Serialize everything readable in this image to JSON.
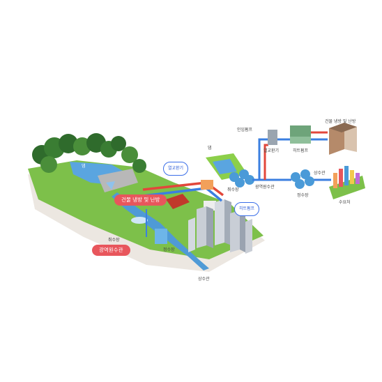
{
  "labels": {
    "dam_left": "댐",
    "dam_right": "댐",
    "intake_left": "취수장",
    "intake_right": "취수장",
    "wide_area_pipe_left": "광역원수관",
    "wide_area_pipe_right": "광역원수관",
    "building_hvac_left": "건물 냉방 및 난방",
    "building_hvac_right": "건물 냉방 및 난방",
    "heat_exchanger_left": "열교환기",
    "heat_exchanger_right": "열교환기",
    "heat_pump_left": "히트펌프",
    "heat_pump_right": "히트펌프",
    "purification_left": "정수장",
    "purification_right": "정수장",
    "water_main_left": "상수관",
    "water_main_right": "상수관",
    "inflow_pump": "인입펌프",
    "consumer": "수요처"
  },
  "colors": {
    "warm_pipe": "#e2473b",
    "cool_pipe": "#3b7fe0",
    "pill_red": "#e8565c",
    "pill_blue_border": "#3a6ee8",
    "grass": "#7dc04a",
    "water": "#5aa5e0"
  }
}
